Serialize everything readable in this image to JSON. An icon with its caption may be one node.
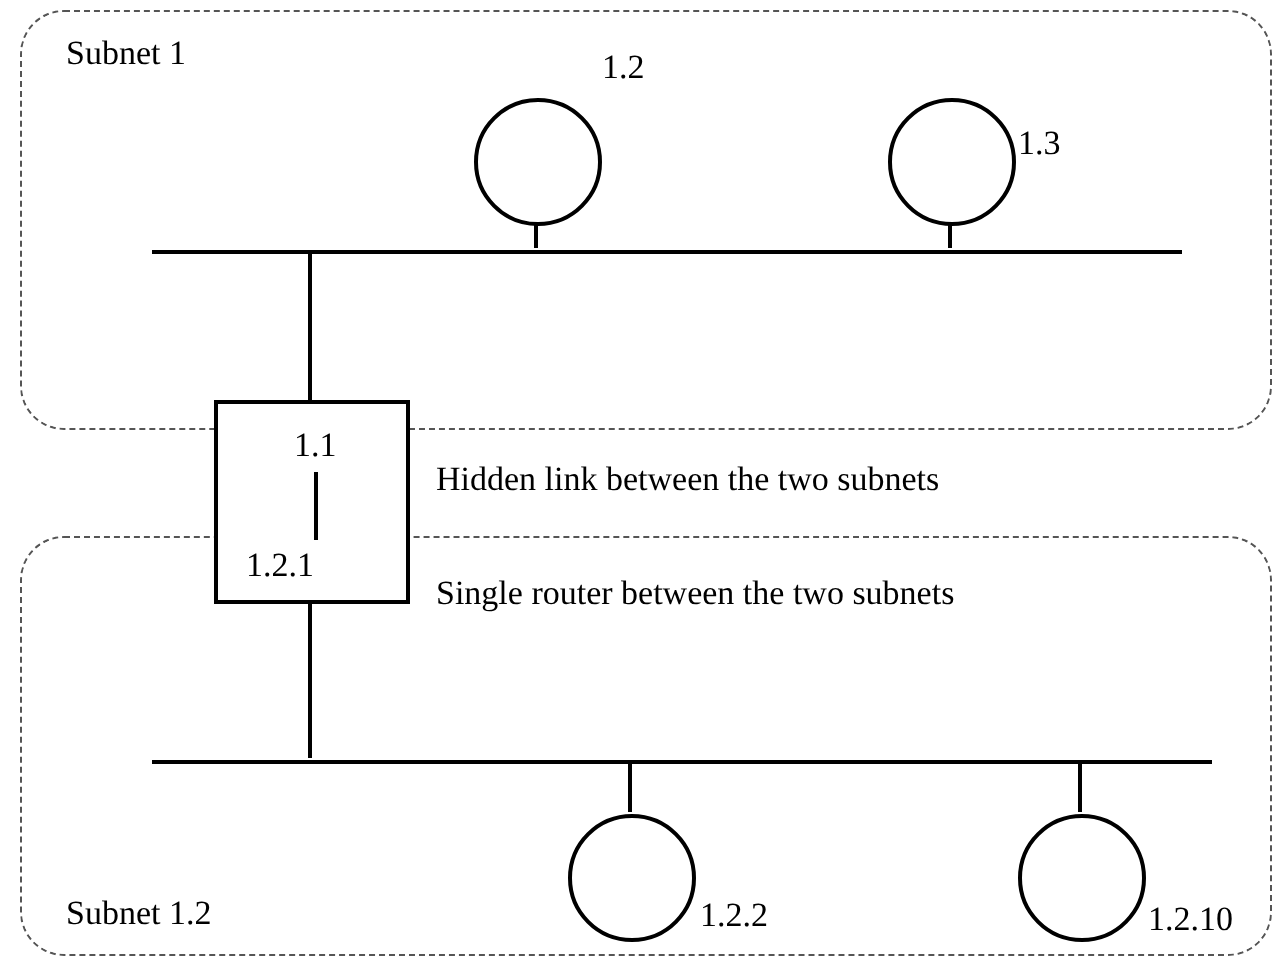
{
  "diagram": {
    "nodes": [
      {
        "text": [
          "Subnet 1"
        ]
      },
      {
        "text": [],
        "shape": "circle",
        "in": 0,
        "beside": [
          "1.2"
        ]
      },
      {
        "text": [],
        "shape": "circle",
        "in": 0,
        "beside": [
          "1.3"
        ]
      },
      {
        "text": [],
        "shape": "bar",
        "in": 0
      },
      {
        "text": [
          "Subnet 1.2"
        ]
      },
      {
        "text": [],
        "shape": "bar",
        "in": 4
      },
      {
        "text": [],
        "shape": "circle",
        "in": 4,
        "beside": [
          "1.2.2"
        ]
      },
      {
        "text": [],
        "shape": "circle",
        "in": 4,
        "beside": [
          "1.2.10"
        ]
      },
      {
        "text": [
          "1.1",
          "1.2.1"
        ]
      }
    ],
    "edges": [
      {
        "from": 1,
        "to": 3,
        "arrow": "none"
      },
      {
        "from": 2,
        "to": 3,
        "arrow": "none"
      },
      {
        "from": 3,
        "to": 8,
        "arrow": "none"
      },
      {
        "from": 8,
        "to": 5,
        "arrow": "none"
      },
      {
        "from": 5,
        "to": 6,
        "arrow": "none"
      },
      {
        "from": 5,
        "to": 7,
        "arrow": "none"
      }
    ],
    "labels": [
      "Hidden link between the two subnets",
      "Single router between the two subnets"
    ]
  }
}
